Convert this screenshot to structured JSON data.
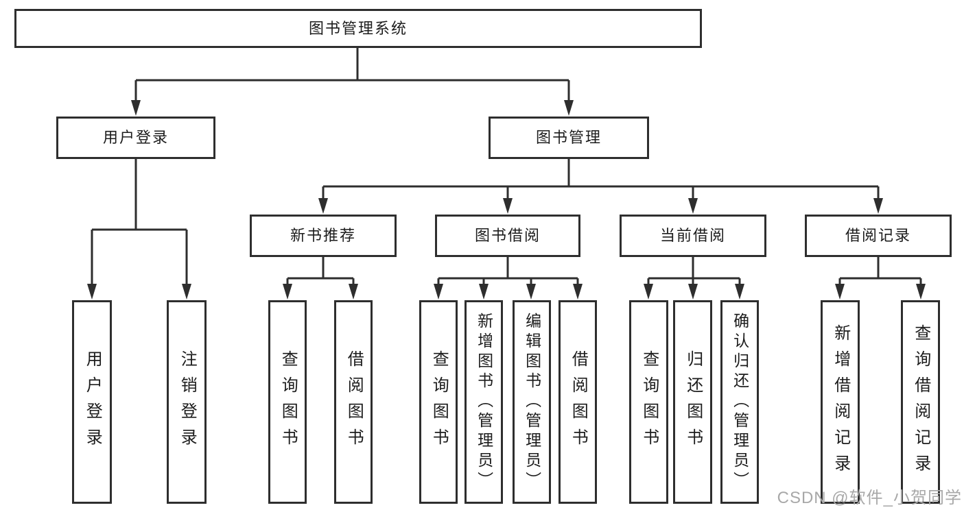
{
  "nodes": {
    "root": "图书管理系统",
    "user_login": "用户登录",
    "book_mgmt": "图书管理",
    "new_book_rec": "新书推荐",
    "book_borrow": "图书借阅",
    "current_borrow": "当前借阅",
    "borrow_record": "借阅记录",
    "ul_user_login": "用户登录",
    "ul_logout": "注销登录",
    "nb_query_book": "查询图书",
    "nb_borrow_book": "借阅图书",
    "bb_query_book": "查询图书",
    "bb_add_book": "新增图书（管理员）",
    "bb_edit_book": "编辑图书（管理员）",
    "bb_borrow_book": "借阅图书",
    "cb_query_book": "查询图书",
    "cb_return_book": "归还图书",
    "cb_confirm_return": "确认归还（管理员）",
    "br_add_record": "新增借阅记录",
    "br_query_record": "查询借阅记录"
  },
  "hierarchy": {
    "root_children": [
      "user_login",
      "book_mgmt"
    ],
    "user_login_children": [
      "ul_user_login",
      "ul_logout"
    ],
    "book_mgmt_children": [
      "new_book_rec",
      "book_borrow",
      "current_borrow",
      "borrow_record"
    ],
    "new_book_rec_children": [
      "nb_query_book",
      "nb_borrow_book"
    ],
    "book_borrow_children": [
      "bb_query_book",
      "bb_add_book",
      "bb_edit_book",
      "bb_borrow_book"
    ],
    "current_borrow_children": [
      "cb_query_book",
      "cb_return_book",
      "cb_confirm_return"
    ],
    "borrow_record_children": [
      "br_add_record",
      "br_query_record"
    ]
  },
  "watermark": "CSDN @软件_小贺同学",
  "colors": {
    "line": "#2e2e2e",
    "text": "#1c1c1c",
    "watermark": "#a8a8a8",
    "background": "#ffffff"
  }
}
